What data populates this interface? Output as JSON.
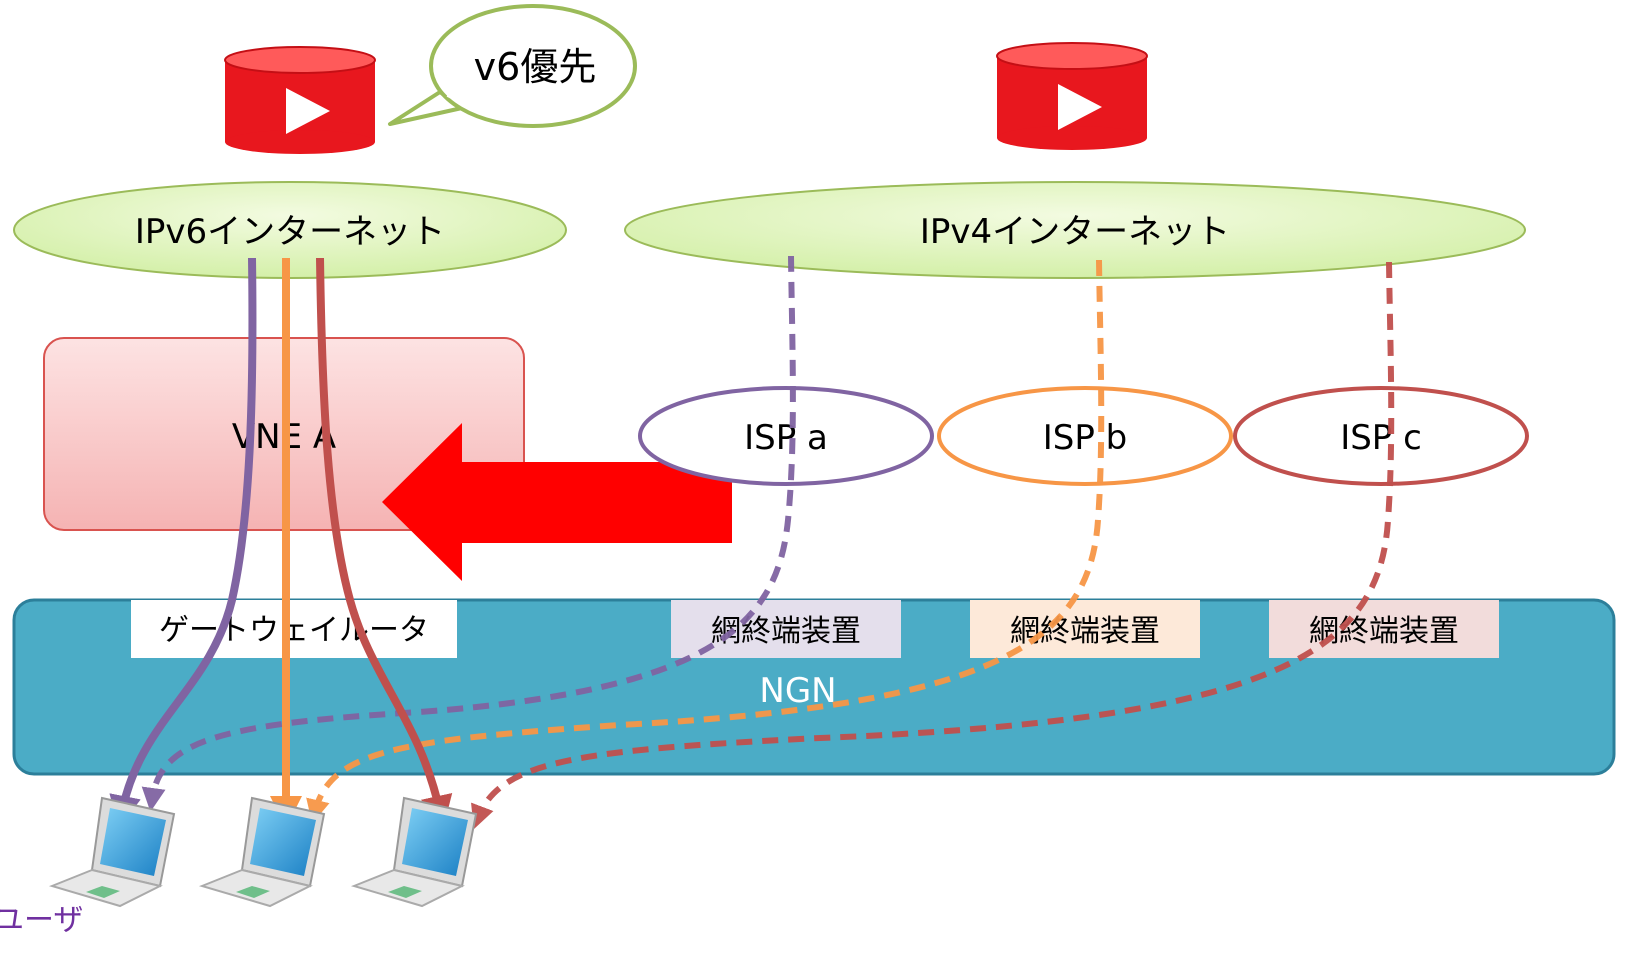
{
  "bubble": {
    "text": "v6優先"
  },
  "networks": {
    "ipv6": {
      "label": "IPv6インターネット"
    },
    "ipv4": {
      "label": "IPv4インターネット"
    }
  },
  "vne": {
    "label": "VNE A"
  },
  "isps": [
    {
      "label": "ISP a",
      "color": "#8064a2"
    },
    {
      "label": "ISP b",
      "color": "#f79646"
    },
    {
      "label": "ISP c",
      "color": "#c0504d"
    }
  ],
  "ngn": {
    "label": "NGN",
    "gateway_router": "ゲートウェイルータ",
    "terminals": [
      "網終端装置",
      "網終端装置",
      "網終端装置"
    ]
  },
  "user_label": "ユーザ",
  "colors": {
    "purple": "#8064a2",
    "orange": "#f79646",
    "red": "#c0504d",
    "cloud_fill": "#dcf2b0",
    "ngn_fill": "#4bacc6",
    "vne_fill": "#f8c8c8",
    "youtube_red": "#e8171e",
    "arrow_red": "#ff0000",
    "bubble_border": "#9bbb59"
  },
  "icons": [
    "video-server-icon",
    "laptop-icon"
  ]
}
